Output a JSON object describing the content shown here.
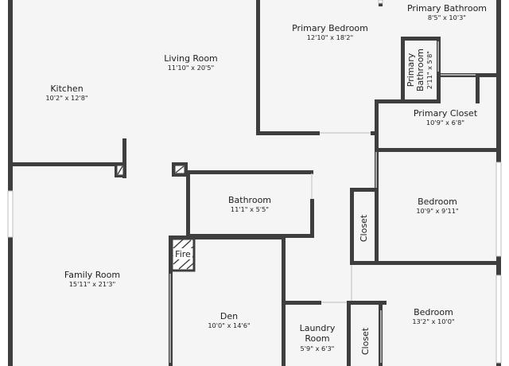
{
  "rooms": [
    {
      "key": "primary_bathroom",
      "name": "Primary Bathroom",
      "dims": "8'5\" x 10'3\""
    },
    {
      "key": "primary_bedroom",
      "name": "Primary Bedroom",
      "dims": "12'10\" x 18'2\""
    },
    {
      "key": "living_room",
      "name": "Living Room",
      "dims": "11'10\" x 20'5\""
    },
    {
      "key": "kitchen",
      "name": "Kitchen",
      "dims": "10'2\" x 12'8\""
    },
    {
      "key": "primary_bathroom_small",
      "name_line1": "Primary",
      "name_line2": "Bathroom",
      "dims": "2'11\" x 5'8\""
    },
    {
      "key": "primary_closet",
      "name": "Primary Closet",
      "dims": "10'9\" x 6'8\""
    },
    {
      "key": "bathroom",
      "name": "Bathroom",
      "dims": "11'1\" x 5'5\""
    },
    {
      "key": "bedroom_1",
      "name": "Bedroom",
      "dims": "10'9\" x 9'11\""
    },
    {
      "key": "closet_1",
      "name": "Closet"
    },
    {
      "key": "family_room",
      "name": "Family Room",
      "dims": "15'11\" x 21'3\""
    },
    {
      "key": "fire",
      "name": "Fire"
    },
    {
      "key": "den",
      "name": "Den",
      "dims": "10'0\" x 14'6\""
    },
    {
      "key": "laundry_room",
      "name_line1": "Laundry",
      "name_line2": "Room",
      "dims": "5'9\" x 6'3\""
    },
    {
      "key": "bedroom_2",
      "name": "Bedroom",
      "dims": "13'2\" x 10'0\""
    },
    {
      "key": "closet_2",
      "name": "Closet"
    }
  ],
  "colors": {
    "wall": "#3e3e3e",
    "floor": "#f5f5f5",
    "text": "#1e1e1e"
  }
}
